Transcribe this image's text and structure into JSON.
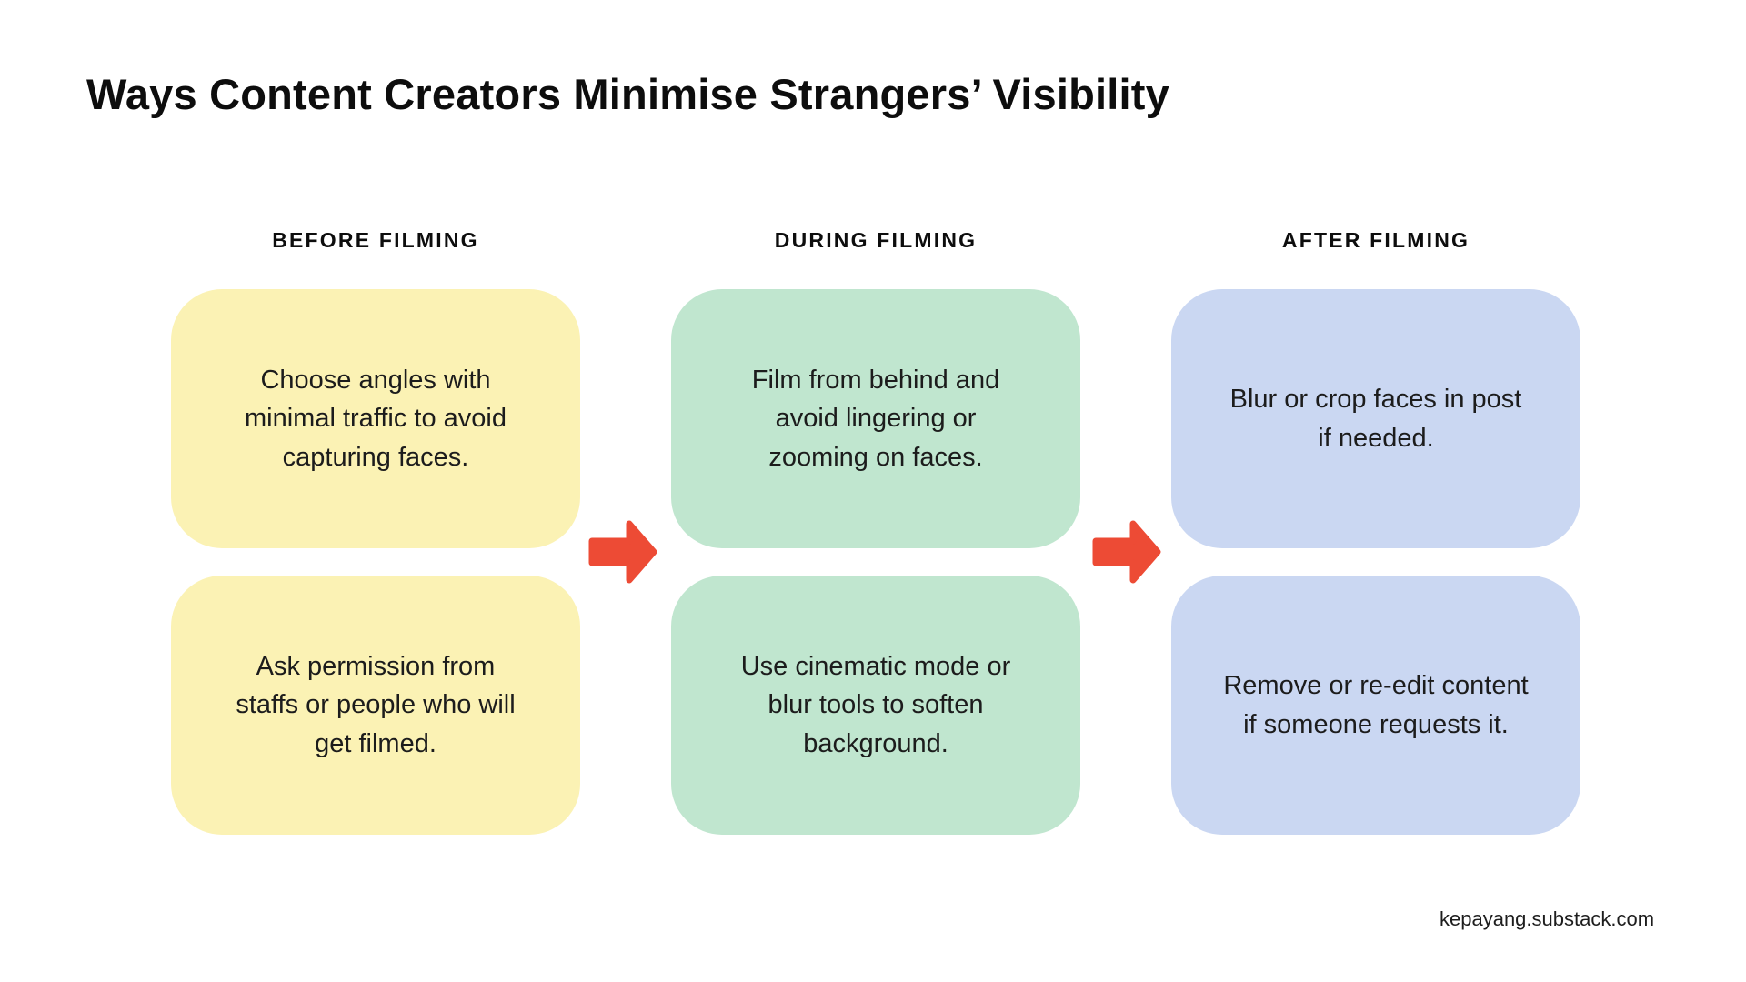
{
  "title": "Ways Content Creators Minimise Strangers’ Visibility",
  "colors": {
    "background": "#FFFFFF",
    "before_box": "#FBF2B4",
    "during_box": "#C0E6CF",
    "after_box": "#CAD7F2",
    "arrow": "#ED4B35",
    "heading_text": "#0D0D0D",
    "body_text": "#1C1C1C"
  },
  "columns": [
    {
      "id": "before",
      "header": "BEFORE FILMING",
      "boxes": [
        {
          "lines": [
            "Choose angles with",
            "minimal traffic to avoid",
            "capturing faces."
          ]
        },
        {
          "lines": [
            "Ask permission from",
            "staffs or people who will",
            "get filmed."
          ]
        }
      ]
    },
    {
      "id": "during",
      "header": "DURING FILMING",
      "boxes": [
        {
          "lines": [
            "Film from behind and",
            "avoid lingering or",
            "zooming on faces."
          ]
        },
        {
          "lines": [
            "Use cinematic mode or",
            "blur tools to soften",
            "background."
          ]
        }
      ]
    },
    {
      "id": "after",
      "header": "AFTER FILMING",
      "boxes": [
        {
          "lines": [
            "Blur or crop faces in post",
            "if needed."
          ]
        },
        {
          "lines": [
            "Remove or re-edit content",
            "if someone requests it."
          ]
        }
      ]
    }
  ],
  "arrows": [
    {
      "icon": "right-arrow-icon",
      "from": "before",
      "to": "during"
    },
    {
      "icon": "right-arrow-icon",
      "from": "during",
      "to": "after"
    }
  ],
  "footer": {
    "credit": "kepayang.substack.com"
  }
}
